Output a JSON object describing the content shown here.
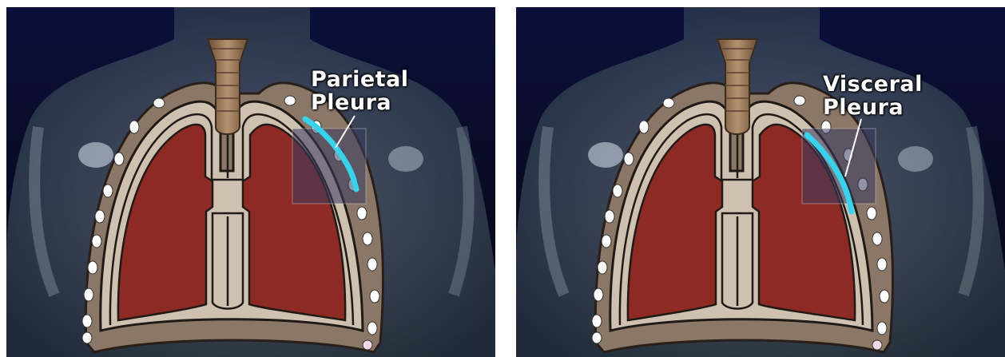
{
  "panels": [
    {
      "label": {
        "line1": "Parietal",
        "line2": "Pleura"
      },
      "highlight": "parietal-pleura"
    },
    {
      "label": {
        "line1": "Visceral",
        "line2": "Pleura"
      },
      "highlight": "visceral-pleura"
    }
  ],
  "colors": {
    "background": "#0e1230",
    "body": "#4a5a6a",
    "lung": "#8e2a24",
    "pleura_band": "#cfc1b0",
    "chest_wall": "#8a7766",
    "trachea": "#8a6a4a",
    "highlight": "#35d4ec"
  }
}
